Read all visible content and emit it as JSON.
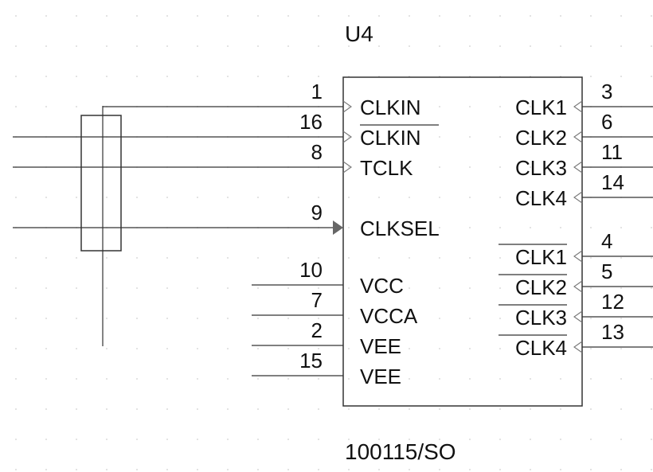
{
  "component": {
    "reference": "U4",
    "part_number": "100115/SO"
  },
  "left_pins": [
    {
      "number": "1",
      "name": "CLKIN",
      "overbar": false,
      "clock": true,
      "arrow": false
    },
    {
      "number": "16",
      "name": "CLKIN",
      "overbar": true,
      "clock": true,
      "arrow": false
    },
    {
      "number": "8",
      "name": "TCLK",
      "overbar": false,
      "clock": true,
      "arrow": false
    },
    {
      "number": "9",
      "name": "CLKSEL",
      "overbar": false,
      "clock": false,
      "arrow": true
    },
    {
      "number": "10",
      "name": "VCC",
      "overbar": false,
      "clock": false,
      "arrow": false
    },
    {
      "number": "7",
      "name": "VCCA",
      "overbar": false,
      "clock": false,
      "arrow": false
    },
    {
      "number": "2",
      "name": "VEE",
      "overbar": false,
      "clock": false,
      "arrow": false
    },
    {
      "number": "15",
      "name": "VEE",
      "overbar": false,
      "clock": false,
      "arrow": false
    }
  ],
  "right_pins": [
    {
      "number": "3",
      "name": "CLK1",
      "overbar": false
    },
    {
      "number": "6",
      "name": "CLK2",
      "overbar": false
    },
    {
      "number": "11",
      "name": "CLK3",
      "overbar": false
    },
    {
      "number": "14",
      "name": "CLK4",
      "overbar": false
    },
    {
      "number": "4",
      "name": "CLK1",
      "overbar": true
    },
    {
      "number": "5",
      "name": "CLK2",
      "overbar": true
    },
    {
      "number": "12",
      "name": "CLK3",
      "overbar": true
    },
    {
      "number": "13",
      "name": "CLK4",
      "overbar": true
    }
  ],
  "colors": {
    "line": "#333333",
    "grid_dot": "#cfcfcf",
    "arrow": "#666666"
  }
}
